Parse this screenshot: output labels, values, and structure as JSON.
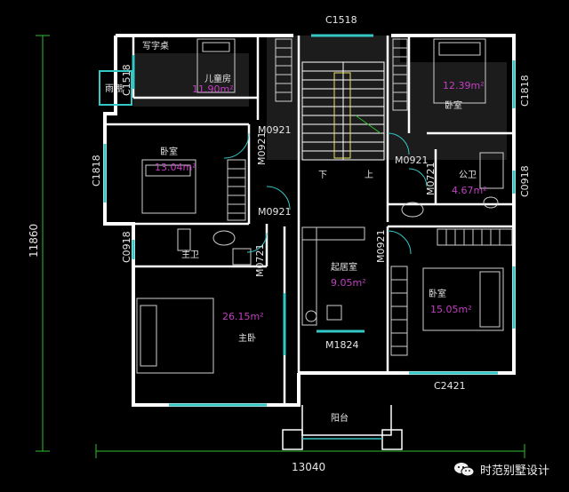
{
  "rooms": {
    "study_desk": "写字桌",
    "rain_shelter": "雨棚",
    "child_room": "儿童房",
    "child_area": "11.90m²",
    "bedroom_ne": "卧室",
    "bedroom_ne_area": "12.39m²",
    "bedroom_w": "卧室",
    "bedroom_w_area": "13.04m²",
    "public_bath": "公卫",
    "public_bath_area": "4.67m²",
    "master_bath": "主卫",
    "lounge": "起居室",
    "lounge_area": "9.05m²",
    "bedroom_se": "卧室",
    "bedroom_se_area": "15.05m²",
    "master_bedroom": "主卧",
    "master_area": "26.15m²",
    "balcony": "阳台",
    "stair_down": "下",
    "stair_up": "上"
  },
  "codes": {
    "c1518_top": "C1518",
    "c1518_left": "C1518",
    "c1818_right": "C1818",
    "c1818_left": "C1818",
    "c0918_right": "C0918",
    "c0918_left": "C0918",
    "m0921_a": "M0921",
    "m0921_b": "M0921",
    "m0921_c": "M0921",
    "m0921_d": "M0921",
    "m0921_e": "M0921",
    "m0721_a": "M0721",
    "m0721_b": "M0721",
    "m1824": "M1824",
    "c2421": "C2421"
  },
  "dimensions": {
    "height": "11860",
    "width": "13040"
  },
  "watermark": {
    "text": "时范别墅设计",
    "icon": "wechat-icon"
  },
  "colors": {
    "wall": "#ffffff",
    "window": "#35c6c6",
    "area_text": "#c040c0",
    "dimension_line": "#2fbf2f",
    "background": "#000000"
  }
}
